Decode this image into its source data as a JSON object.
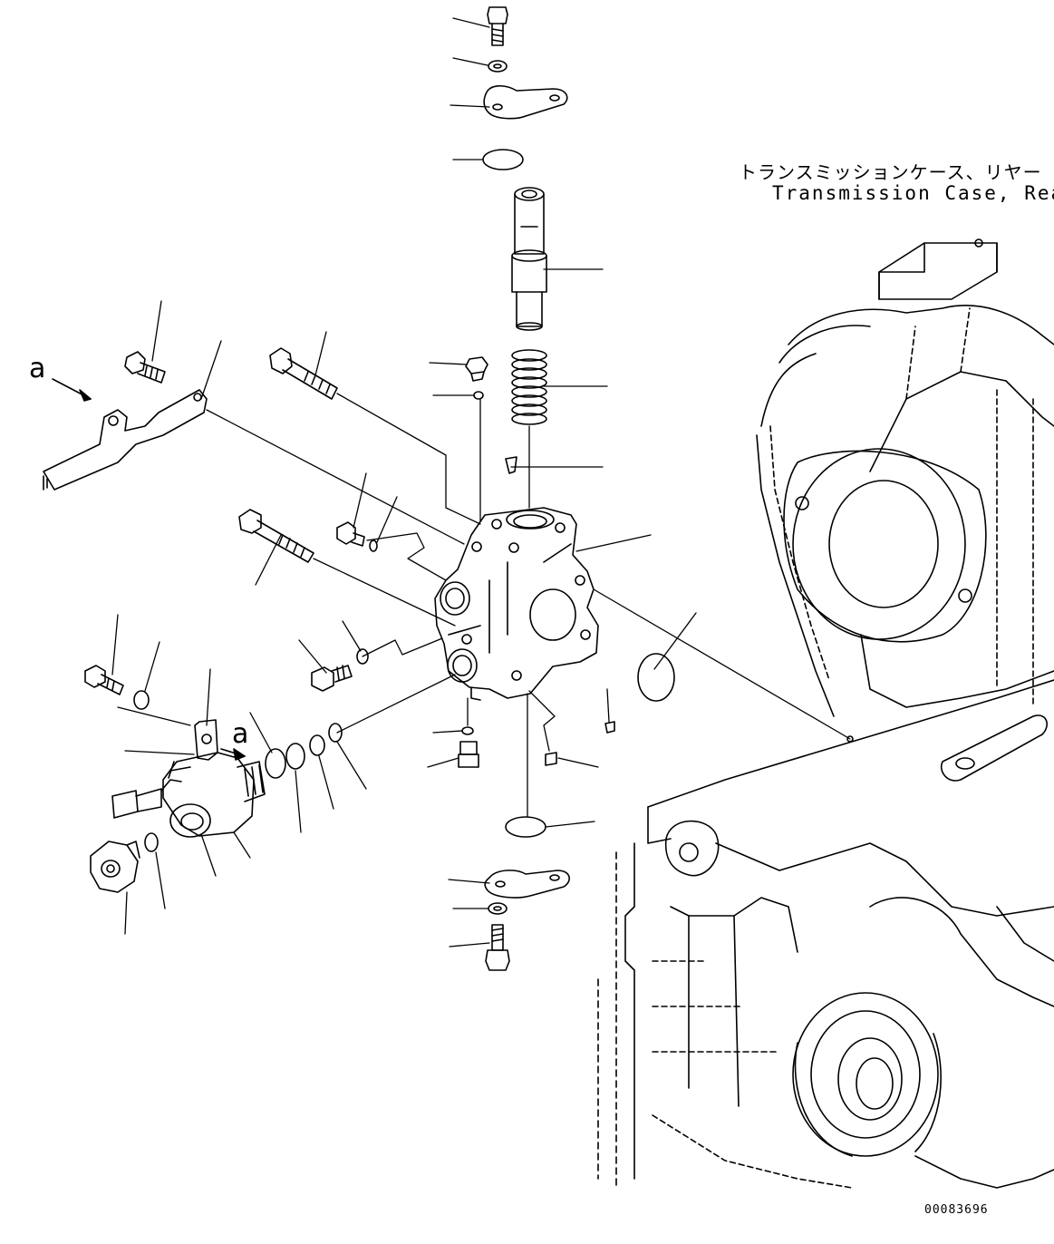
{
  "labels": {
    "case_name_jp": "トランスミッションケース、リヤー",
    "case_name_en": "Transmission Case, Rear",
    "view_ref_1": "a",
    "view_ref_2": "a",
    "figure_number": "00083696"
  }
}
